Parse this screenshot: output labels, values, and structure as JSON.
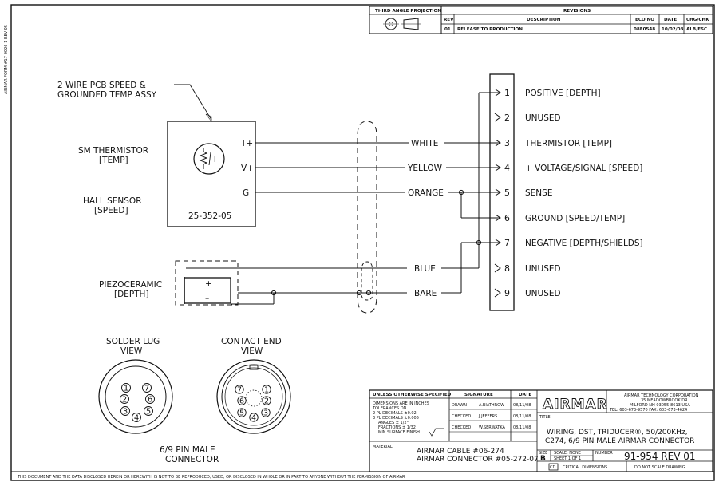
{
  "side_note": "AIRMAR FORM #17-0026-1 REV 05",
  "projection_label": "THIRD ANGLE PROJECTION",
  "revisions": {
    "title": "REVISIONS",
    "headers": {
      "rev": "REV",
      "description": "DESCRIPTION",
      "eco": "ECO NO",
      "date": "DATE",
      "chk": "CHG/CHK"
    },
    "row": {
      "rev": "01",
      "description": "RELEASE TO PRODUCTION.",
      "eco": "08E0548",
      "date": "10/02/08",
      "chk": "ALB/FSC"
    }
  },
  "assembly": {
    "callout_line1": "2 WIRE PCB SPEED &",
    "callout_line2": "GROUNDED TEMP ASSY",
    "part_number": "25-352-05",
    "terminals": [
      "T+",
      "V+",
      "G"
    ],
    "thermistor_symbol": "T"
  },
  "labels": {
    "thermistor": [
      "SM THERMISTOR",
      "[TEMP]"
    ],
    "hall": [
      "HALL SENSOR",
      "[SPEED]"
    ],
    "piezo": [
      "PIEZOCERAMIC",
      "[DEPTH]"
    ],
    "piezo_plus": "+",
    "piezo_minus": "–"
  },
  "wires": [
    "WHITE",
    "YELLOW",
    "ORANGE",
    "BLUE",
    "BARE"
  ],
  "pins": [
    {
      "num": "1",
      "label": "POSITIVE [DEPTH]"
    },
    {
      "num": "2",
      "label": "UNUSED"
    },
    {
      "num": "3",
      "label": "THERMISTOR [TEMP]"
    },
    {
      "num": "4",
      "label": "+ VOLTAGE/SIGNAL [SPEED]"
    },
    {
      "num": "5",
      "label": "SENSE"
    },
    {
      "num": "6",
      "label": "GROUND [SPEED/TEMP]"
    },
    {
      "num": "7",
      "label": "NEGATIVE [DEPTH/SHIELDS]"
    },
    {
      "num": "8",
      "label": "UNUSED"
    },
    {
      "num": "9",
      "label": "UNUSED"
    }
  ],
  "views": {
    "solder_lug": [
      "SOLDER LUG",
      "VIEW"
    ],
    "contact_end": [
      "CONTACT END",
      "VIEW"
    ],
    "caption": [
      "6/9 PIN MALE",
      "CONNECTOR"
    ],
    "solder_pins": [
      "1",
      "7",
      "2",
      "6",
      "3",
      "4",
      "5"
    ],
    "contact_pins": [
      "7",
      "1",
      "6",
      "2",
      "5",
      "4",
      "3"
    ]
  },
  "title_block": {
    "spec_header": "UNLESS OTHERWISE SPECIFIED",
    "signature": "SIGNATURE",
    "date": "DATE",
    "tolerances": [
      "DIMENSIONS ARE IN INCHES",
      "TOLERANCES ON",
      "2 PL DECIMALS ±0.02",
      "3 PL DECIMALS ±0.005",
      "ANGLES ± 1/2°",
      "FRACTIONS ± 1/32",
      "MIN.SURFACE FINISH"
    ],
    "sign_rows": [
      {
        "role": "DRAWN",
        "name": "A.BIATHROW",
        "date": "08/11/08"
      },
      {
        "role": "CHECKED",
        "name": "J.JEFFERS",
        "date": "08/11/08"
      },
      {
        "role": "CHECKED",
        "name": "W.SERWATKA",
        "date": "08/11/08"
      }
    ],
    "material_label": "MATERIAL",
    "material_lines": [
      "AIRMAR CABLE #06-274",
      "AIRMAR CONNECTOR #05-272-07"
    ],
    "logo": "AIRMAR",
    "company": [
      "AIRMAR TECHNOLOGY CORPORATION",
      "35 MEADOWBROOK DR",
      "MILFORD NH 03055-8613 USA",
      "TEL: 603-673-9570  FAX: 603-673-4624"
    ],
    "title_label": "TITLE",
    "title_lines": [
      "WIRING, DST, TRIDUCER®, 50/200KHz,",
      "C274, 6/9 PIN MALE AIRMAR CONNECTOR"
    ],
    "size_label": "SIZE",
    "size": "B",
    "scale": "SCALE: NONE",
    "sheet": "SHEET 1 OF 1",
    "number_label": "NUMBER",
    "number": "91-954 REV 01",
    "critical": "CRITICAL DIMENSIONS",
    "cd_mark": "CD",
    "no_scale": "DO NOT SCALE DRAWING"
  },
  "footer": "THIS DOCUMENT AND THE DATA DISCLOSED HEREIN OR HEREWITH IS NOT TO BE REPRODUCED, USED, OR DISCLOSED IN WHOLE OR IN PART TO ANYONE WITHOUT THE PERMISSION OF AIRMAR"
}
